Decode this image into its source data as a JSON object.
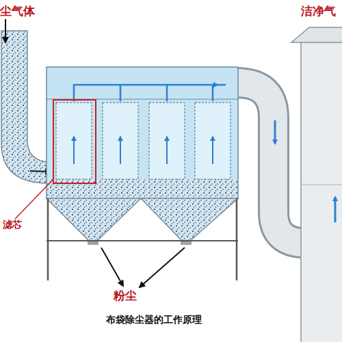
{
  "diagram": {
    "caption": "布袋除尘器的工作原理",
    "labels": [
      "尘气体",
      "洁净气",
      "滤芯",
      "粉尘"
    ]
  }
}
